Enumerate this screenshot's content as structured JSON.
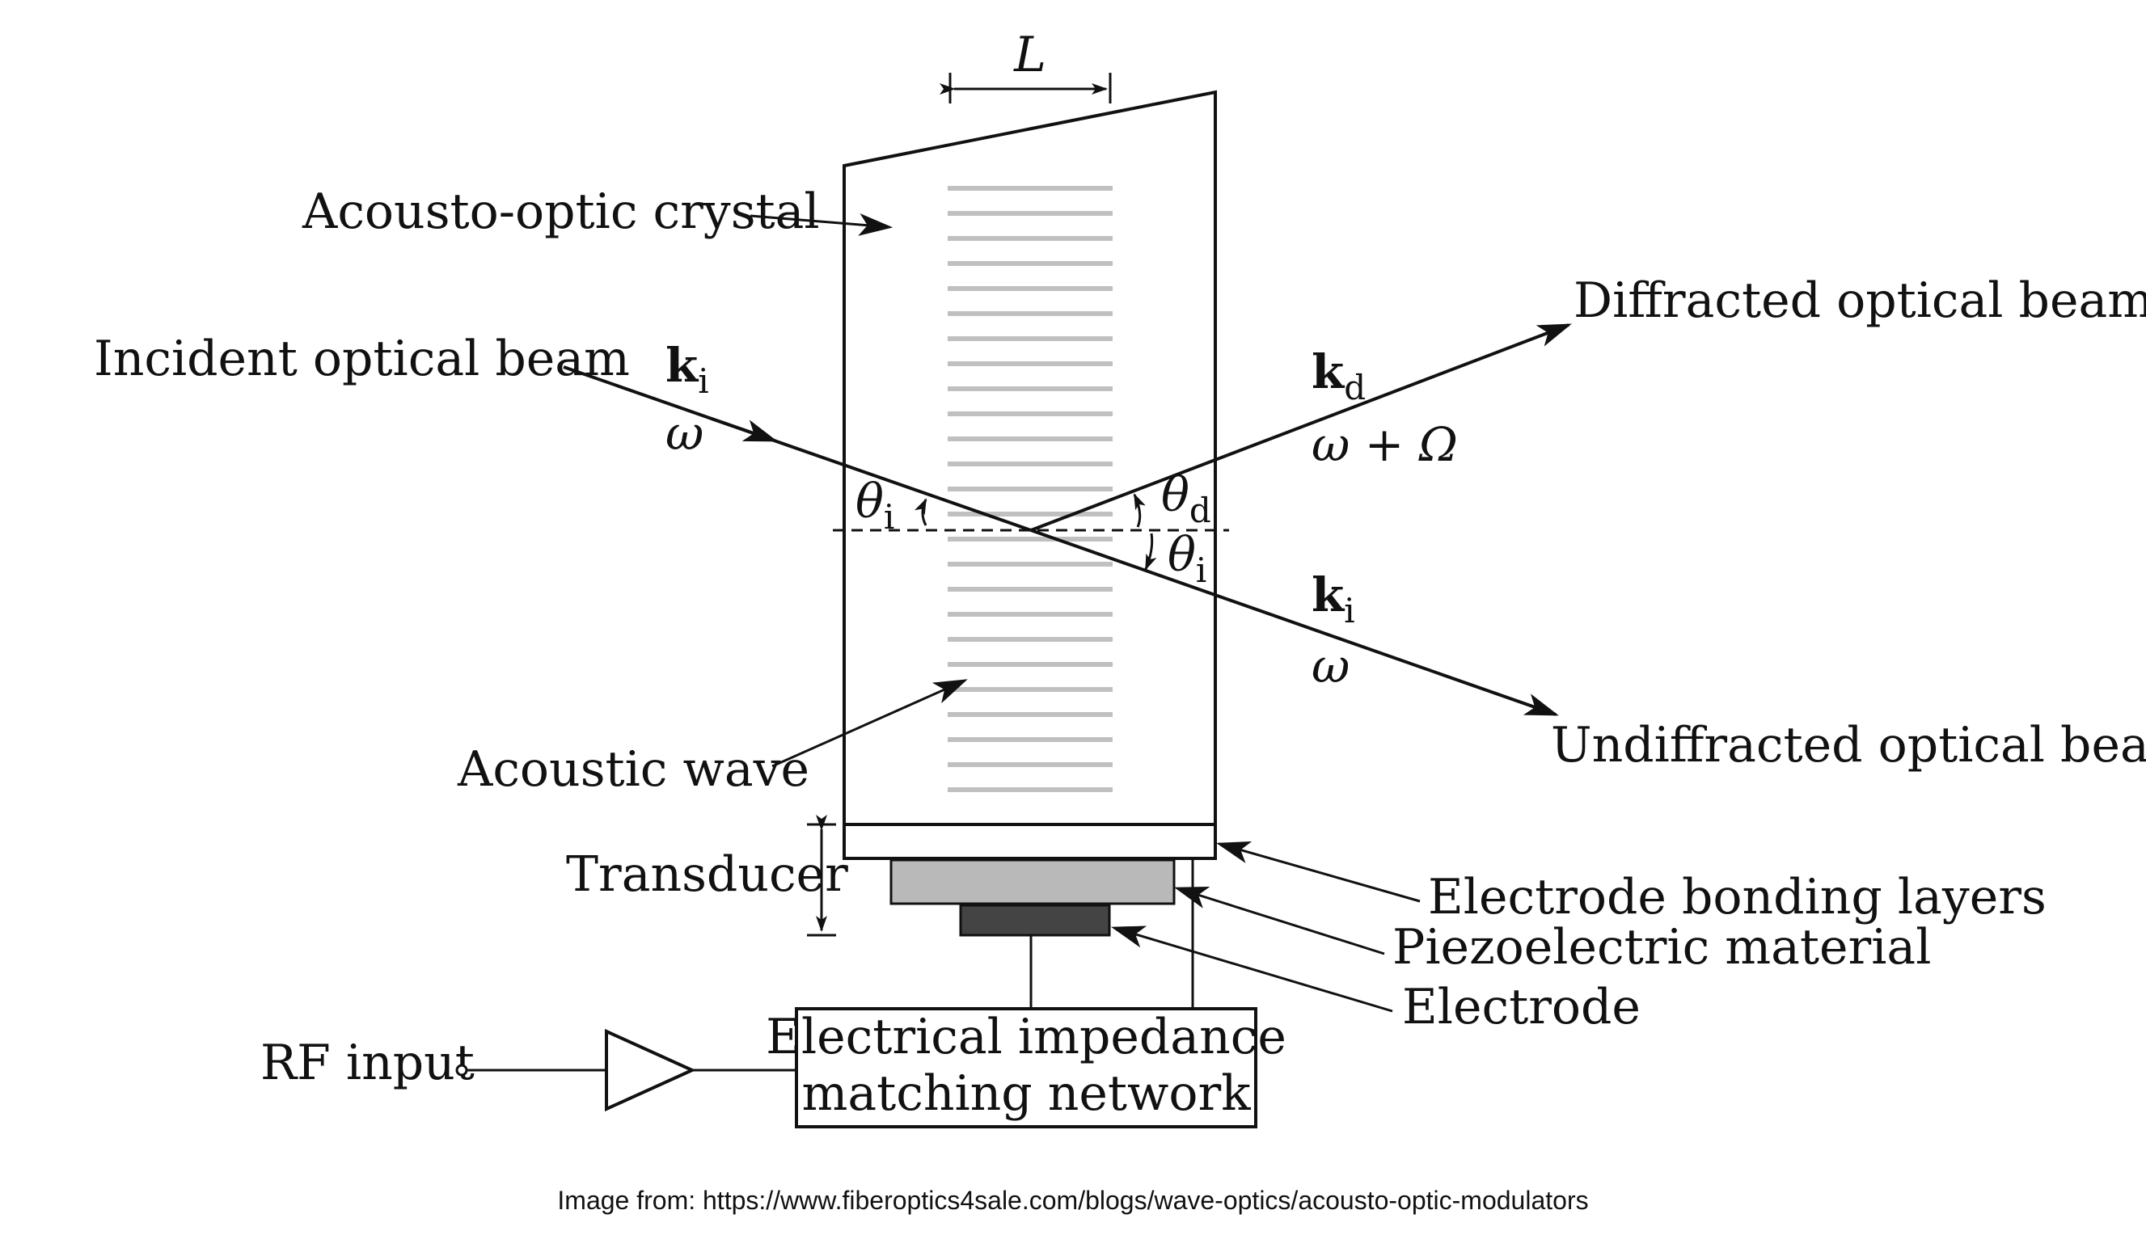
{
  "labels": {
    "length": "L",
    "crystal": "Acousto-optic crystal",
    "incident": "Incident optical beam",
    "diffracted": "Diffracted optical beam",
    "undiffracted": "Undiffracted optical beam",
    "acoustic_wave": "Acoustic wave",
    "transducer": "Transducer",
    "electrode_bonding": "Electrode bonding layers",
    "piezo": "Piezoelectric material",
    "electrode": "Electrode",
    "rf_input": "RF input",
    "network_line1": "Electrical impedance",
    "network_line2": "matching network"
  },
  "symbols": {
    "k": "k",
    "sub_i": "i",
    "sub_d": "d",
    "omega": "ω",
    "omega_shift": "ω + Ω",
    "theta": "θ"
  },
  "credit": "Image from: https://www.fiberoptics4sale.com/blogs/wave-optics/acousto-optic-modulators",
  "colors": {
    "ink": "#111111",
    "acoustic_wavefronts": "#c0c0c0",
    "piezo_fill": "#b9b9b9",
    "electrode_fill": "#444444"
  }
}
